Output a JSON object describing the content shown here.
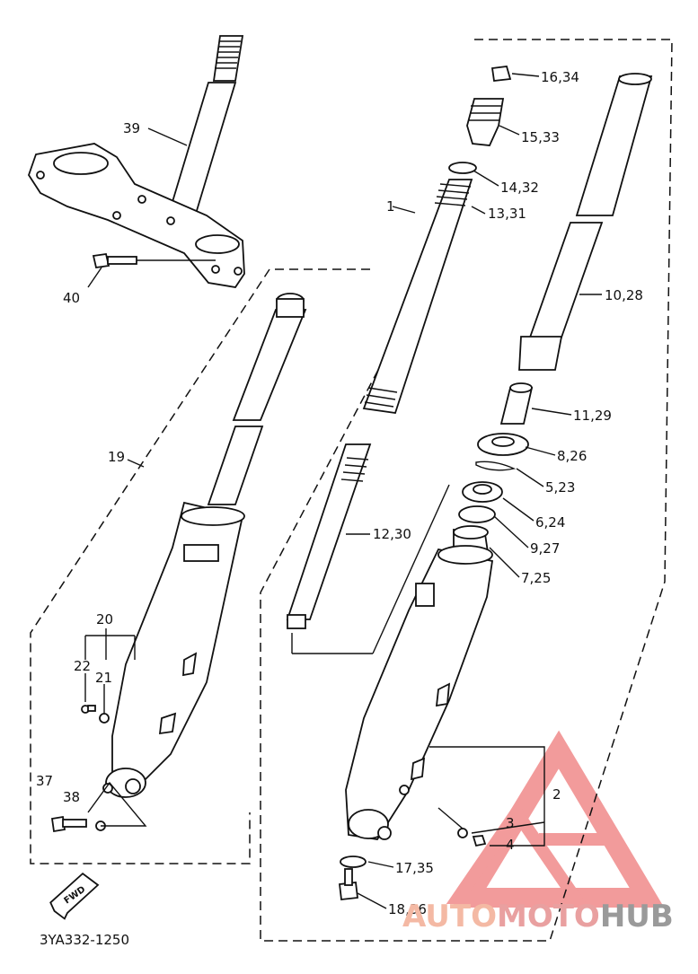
{
  "diagram": {
    "drawing_code": "3YA332-1250",
    "fwd_badge": "FWD",
    "callouts": [
      {
        "id": "39",
        "text": "39"
      },
      {
        "id": "40",
        "text": "40"
      },
      {
        "id": "19",
        "text": "19"
      },
      {
        "id": "20",
        "text": "20"
      },
      {
        "id": "22",
        "text": "22"
      },
      {
        "id": "21",
        "text": "21"
      },
      {
        "id": "37",
        "text": "37"
      },
      {
        "id": "38",
        "text": "38"
      },
      {
        "id": "1",
        "text": "1"
      },
      {
        "id": "16_34",
        "text": "16,34"
      },
      {
        "id": "15_33",
        "text": "15,33"
      },
      {
        "id": "14_32",
        "text": "14,32"
      },
      {
        "id": "13_31",
        "text": "13,31"
      },
      {
        "id": "10_28",
        "text": "10,28"
      },
      {
        "id": "11_29",
        "text": "11,29"
      },
      {
        "id": "8_26",
        "text": "8,26"
      },
      {
        "id": "5_23",
        "text": "5,23"
      },
      {
        "id": "6_24",
        "text": "6,24"
      },
      {
        "id": "9_27",
        "text": "9,27"
      },
      {
        "id": "7_25",
        "text": "7,25"
      },
      {
        "id": "12_30",
        "text": "12,30"
      },
      {
        "id": "2",
        "text": "2"
      },
      {
        "id": "3",
        "text": "3"
      },
      {
        "id": "4",
        "text": "4"
      },
      {
        "id": "17_35",
        "text": "17,35"
      },
      {
        "id": "18_36",
        "text": "18,36"
      }
    ]
  },
  "watermark": {
    "part1": "AUTO",
    "part2": "MOTO",
    "part3": "HUB",
    "colors": {
      "auto": "#f4b9a4",
      "moto": "#e9a0a0",
      "hub": "#9a9a9a",
      "logo": "#f08a8a"
    }
  }
}
